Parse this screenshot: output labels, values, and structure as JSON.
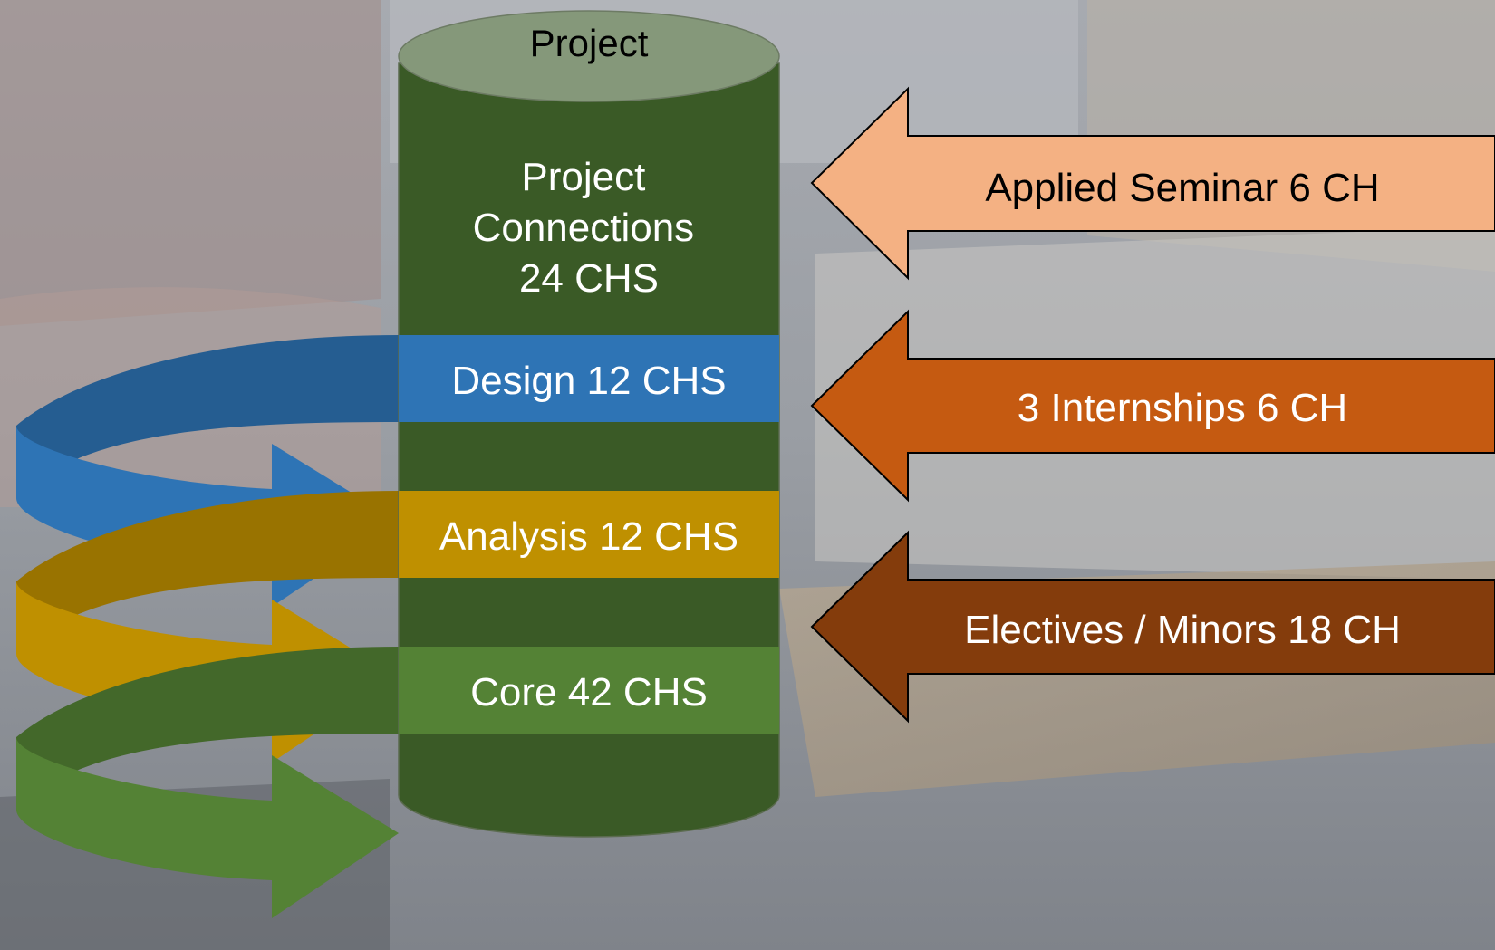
{
  "cylinder": {
    "top_label": "Project",
    "section_labels": [
      "Project",
      "Connections",
      "24 CHS"
    ],
    "bands": [
      {
        "key": "design",
        "label": "Design 12 CHS"
      },
      {
        "key": "analysis",
        "label": "Analysis 12 CHS"
      },
      {
        "key": "core",
        "label": "Core 42 CHS"
      }
    ]
  },
  "side_arrows": [
    {
      "key": "applied-seminar",
      "label": "Applied Seminar 6 CH"
    },
    {
      "key": "internships",
      "label": "3 Internships 6 CH"
    },
    {
      "key": "electives",
      "label": "Electives / Minors 18 CH"
    }
  ],
  "colors": {
    "body": "#3a5a26",
    "cap": "#85987a",
    "design": "#2e74b5",
    "analysis": "#bf9000",
    "core": "#548235",
    "seminar": "#f4b183",
    "internships": "#c55a11",
    "electives": "#843c0c"
  }
}
